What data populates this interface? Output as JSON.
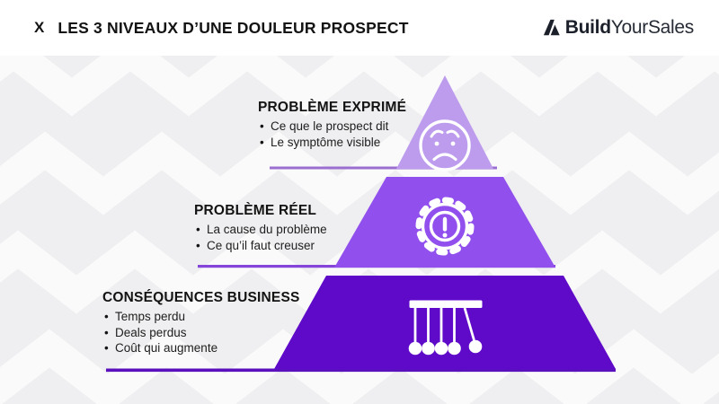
{
  "header": {
    "prefix": "X",
    "title": "LES 3 NIVEAUX D’UNE DOULEUR PROSPECT",
    "logo": {
      "icon": "mountain-a-logo-icon",
      "bold": "Build",
      "light": "YourSales",
      "color": "#1c202a"
    }
  },
  "levels": [
    {
      "heading": "PROBLÈME EXPRIMÉ",
      "bullets": [
        "Ce que le prospect dit",
        "Le symptôme visible"
      ],
      "icon": "worried-face-icon",
      "color": "#bd9cee",
      "line_color": "#9a6fd0"
    },
    {
      "heading": "PROBLÈME RÉEL",
      "bullets": [
        "La cause du problème",
        "Ce qu’il faut creuser"
      ],
      "icon": "alert-gear-icon",
      "color": "#9150ed",
      "line_color": "#8445d8"
    },
    {
      "heading": "CONSÉQUENCES BUSINESS",
      "bullets": [
        "Temps perdu",
        "Deals perdus",
        "Coût qui augmente"
      ],
      "icon": "newtons-cradle-icon",
      "color": "#5e0ac8",
      "line_color": "#5a10bd"
    }
  ],
  "colors": {
    "background": "#efeef0",
    "pattern": "#fafafa",
    "header_bg": "#ffffff",
    "icon_stroke": "#ffffff",
    "text": "#131313"
  }
}
